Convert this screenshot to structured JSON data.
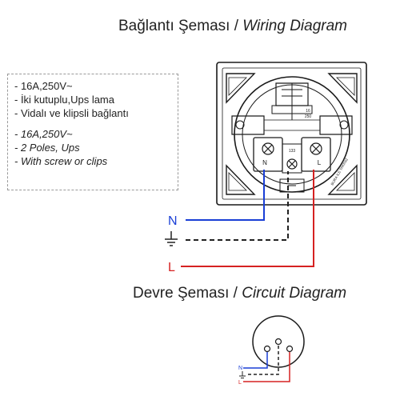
{
  "wiring_title": {
    "tr": "Bağlantı Şeması /",
    "en": "Wiring Diagram"
  },
  "circuit_title": {
    "tr": "Devre Şeması /",
    "en": "Circuit Diagram"
  },
  "specs_tr": [
    "- 16A,250V~",
    "- İki kutuplu,Ups lama",
    "- Vidalı ve klipsli bağlantı"
  ],
  "specs_en": [
    "- 16A,250V~",
    "- 2 Poles, Ups",
    "- With screw or clips"
  ],
  "wiring": {
    "neutral_label": "N",
    "live_label": "L",
    "terminal_n": "N",
    "terminal_l": "L",
    "rating_top": "16",
    "rating_bottom": "250",
    "earth_mark": "133",
    "side_text": "BURA İLE TAKINIZ"
  },
  "circuit": {
    "neutral_label": "N",
    "live_label": "L"
  },
  "colors": {
    "neutral": "#1a3fd6",
    "live": "#d62222",
    "earth": "#222222",
    "outline": "#1a1a1a"
  }
}
